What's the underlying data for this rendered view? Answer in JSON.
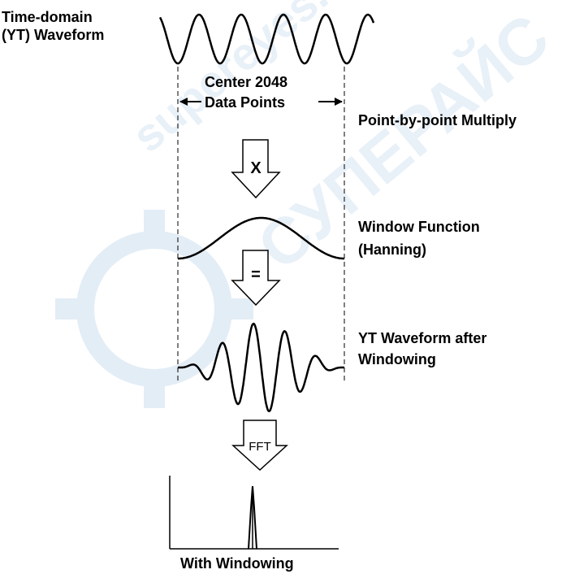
{
  "labels": {
    "time_domain_line1": "Time-domain",
    "time_domain_line2": "(YT) Waveform",
    "center_line1": "Center 2048",
    "center_line2": "Data Points",
    "multiply": "Point-by-point Multiply",
    "window_line1": "Window Function",
    "window_line2": "(Hanning)",
    "windowed_line1": "YT Waveform after",
    "windowed_line2": "Windowing",
    "with_windowing": "With Windowing"
  },
  "arrows": {
    "multiply_symbol": "X",
    "equals_symbol": "=",
    "fft_symbol": "FFT"
  },
  "watermark": {
    "text_line1": "supereyes.ru",
    "text_line2": "СУПЕРАЙС",
    "color": "#cfe0ef"
  },
  "colors": {
    "ink": "#000000",
    "background": "#ffffff"
  }
}
